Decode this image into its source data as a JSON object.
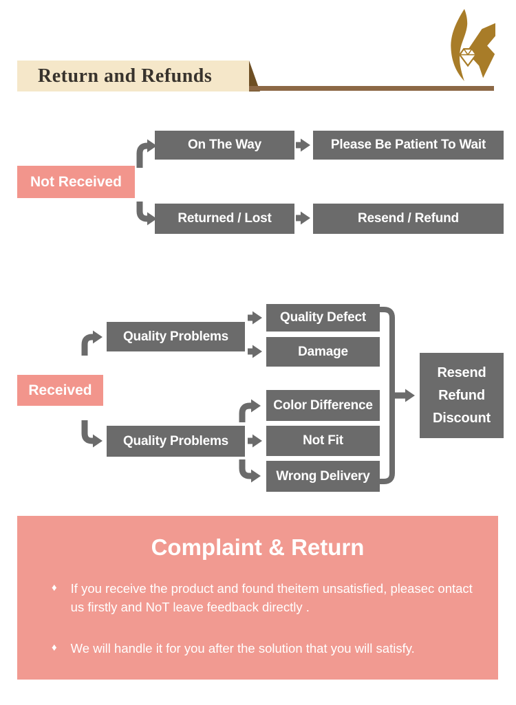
{
  "header": {
    "title": "Return and Refunds",
    "logo": "gold-flame-diamond"
  },
  "flowchart_not_received": {
    "root": "Not Received",
    "rows": [
      {
        "step": "On The Way",
        "result": "Please Be Patient To Wait"
      },
      {
        "step": "Returned / Lost",
        "result": "Resend / Refund"
      }
    ]
  },
  "flowchart_received": {
    "root": "Received",
    "branches": [
      {
        "label": "Quality Problems",
        "items": [
          "Quality Defect",
          "Damage"
        ]
      },
      {
        "label": "Quality Problems",
        "items": [
          "Color Difference",
          "Not Fit",
          "Wrong Delivery"
        ]
      }
    ],
    "outcome": [
      "Resend",
      "Refund",
      "Discount"
    ]
  },
  "complaint_panel": {
    "title": "Complaint & Return",
    "bullet_glyph": "♦",
    "bullets": [
      "If you receive the product and found theitem unsatisfied, pleasec ontact us firstly and NoT leave feedback directly .",
      "We will handle it for you after the solution that you will satisfy."
    ]
  },
  "colors": {
    "box_gray": "#6b6b6b",
    "label_pink": "#f2958c",
    "panel_pink": "#f19a91",
    "logo_gold": "#a87c28",
    "banner_beige": "#f5e7c9",
    "divider_brown": "#8c6845",
    "fold_brown": "#6e4f24",
    "title_dark": "#38332d",
    "text_white": "#ffffff"
  }
}
